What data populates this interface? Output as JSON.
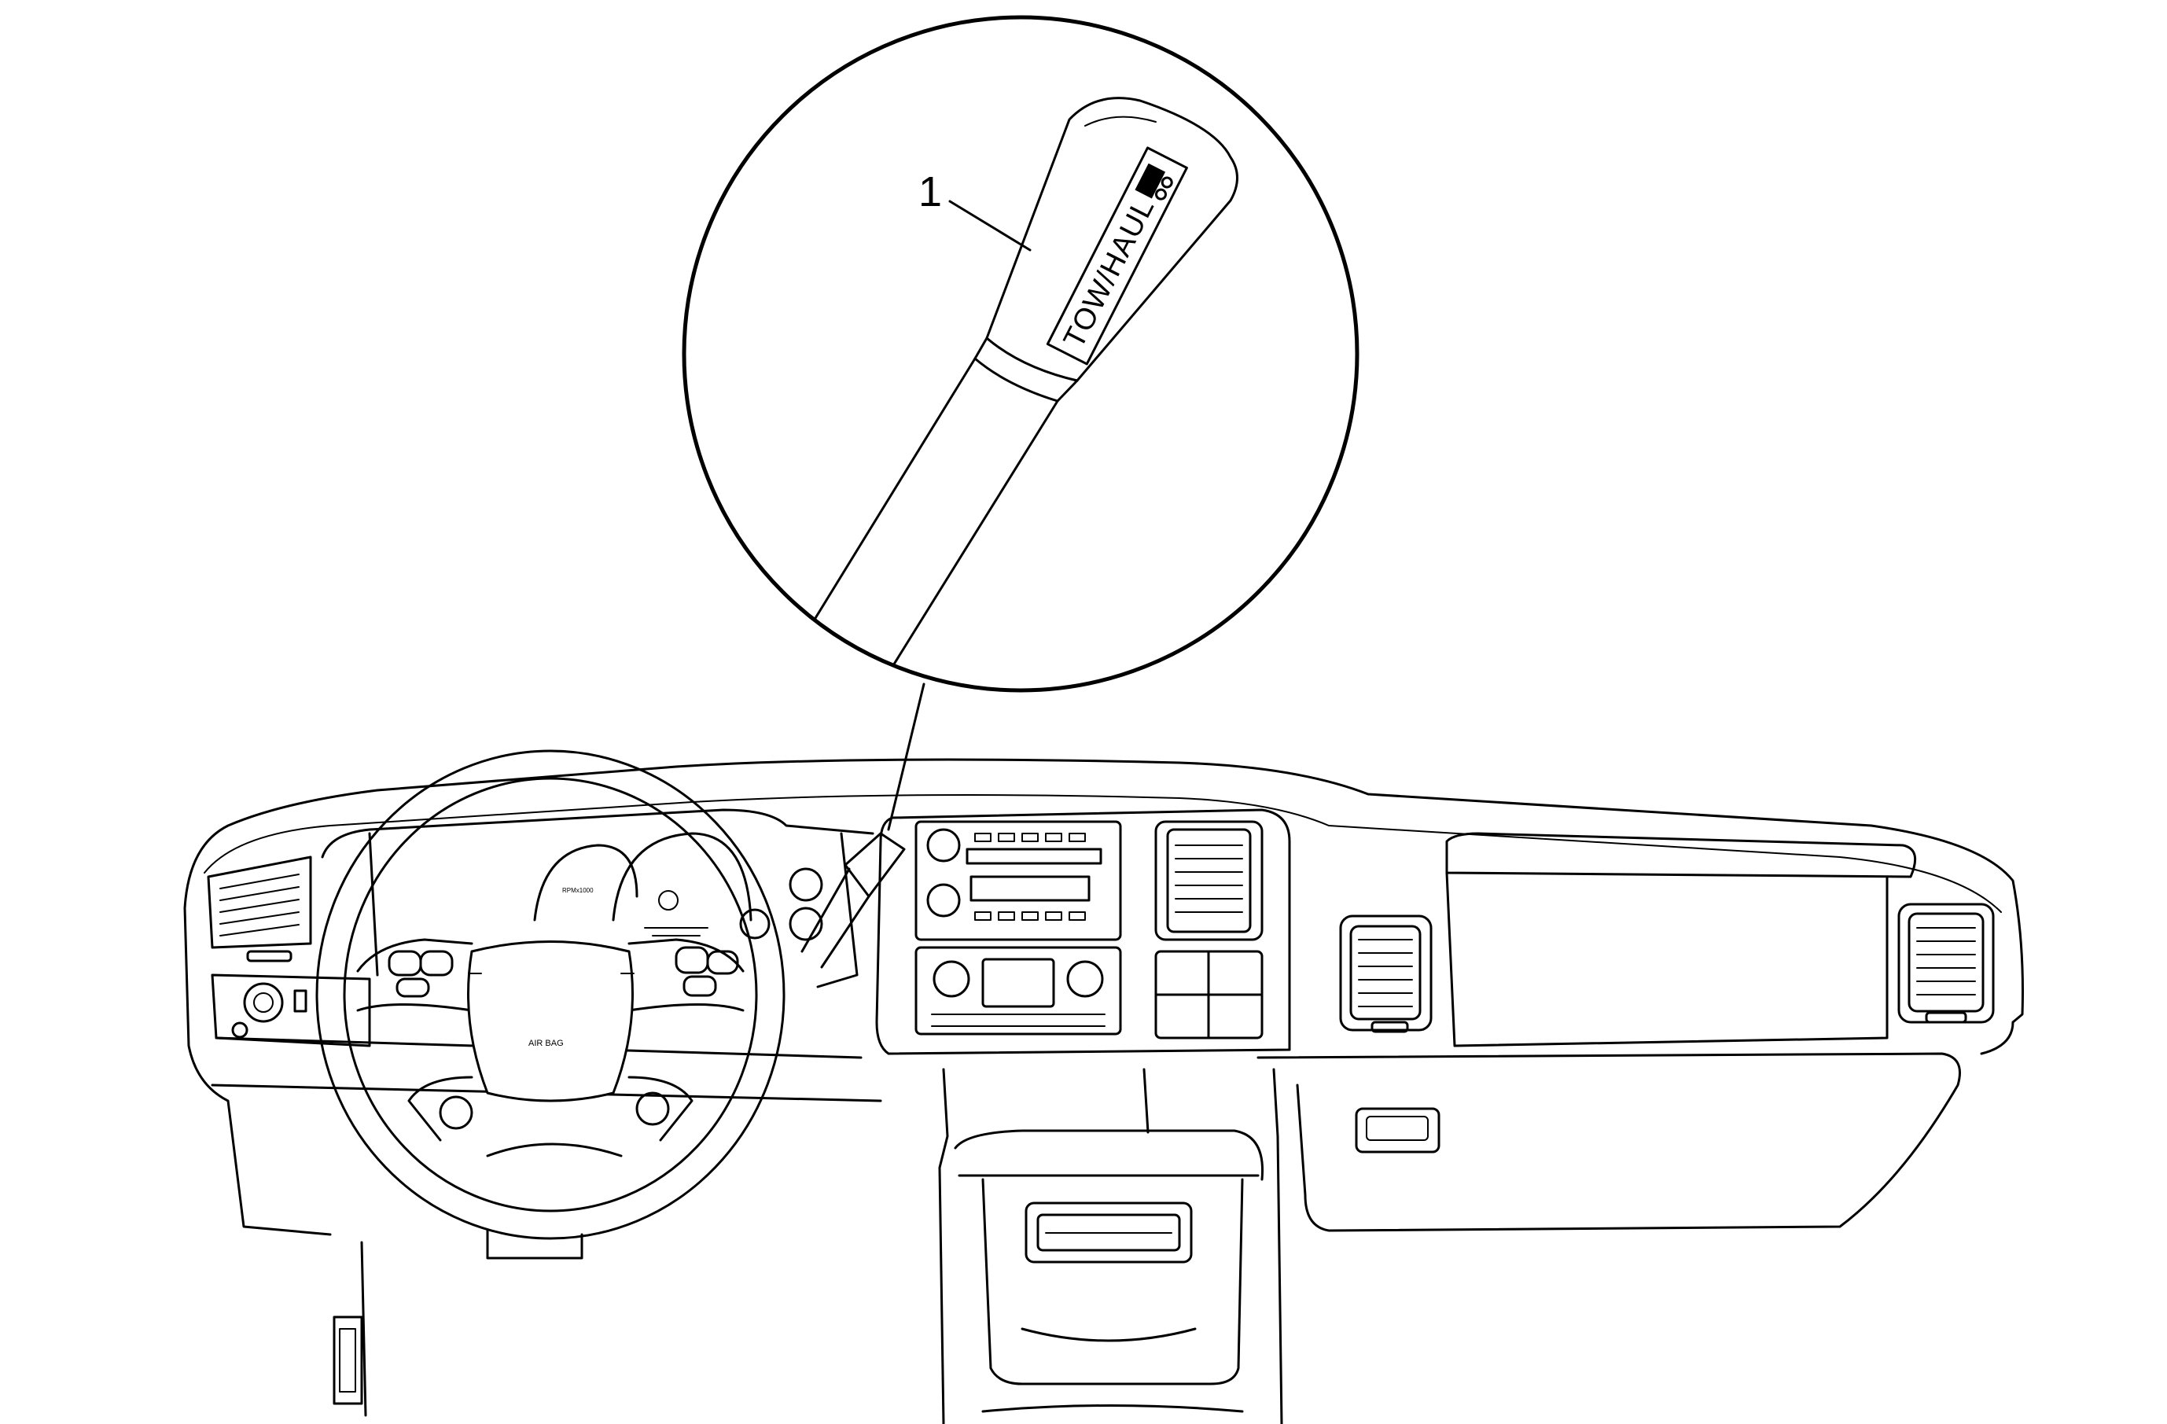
{
  "callout": {
    "number": "1"
  },
  "shift_knob": {
    "label": "TOW/HAUL",
    "icon": "trailer-tow-icon"
  },
  "steering_wheel": {
    "airbag_label": "AIR BAG"
  },
  "cluster": {
    "tach_label": "RPMx1000"
  }
}
